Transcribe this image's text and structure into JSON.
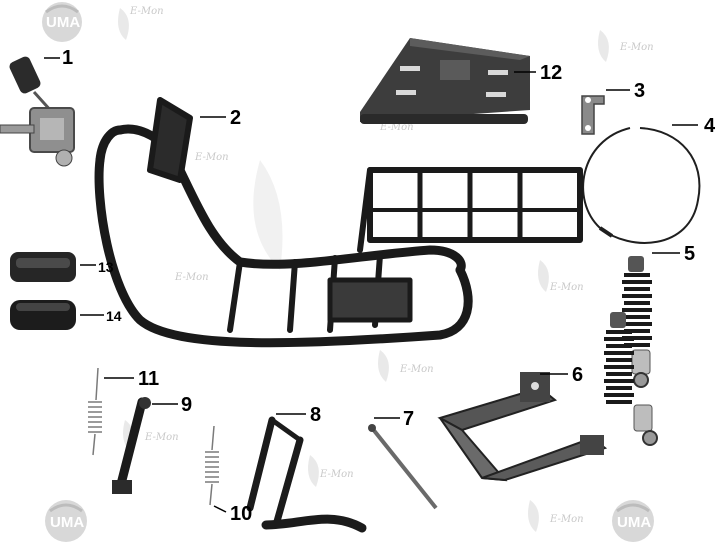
{
  "brand": {
    "logo_text": "UMA",
    "watermark_text": "E-Mon"
  },
  "parts": [
    {
      "id": "1",
      "label": "1",
      "name": "throttle-lever"
    },
    {
      "id": "2",
      "label": "2",
      "name": "frame-bracket"
    },
    {
      "id": "3",
      "label": "3",
      "name": "mounting-bracket"
    },
    {
      "id": "4",
      "label": "4",
      "name": "cable"
    },
    {
      "id": "5",
      "label": "5",
      "name": "rear-shock-absorber"
    },
    {
      "id": "6",
      "label": "6",
      "name": "swing-arm"
    },
    {
      "id": "7",
      "label": "7",
      "name": "axle-rod"
    },
    {
      "id": "8",
      "label": "8",
      "name": "center-stand"
    },
    {
      "id": "9",
      "label": "9",
      "name": "side-stand"
    },
    {
      "id": "10",
      "label": "10",
      "name": "stand-spring"
    },
    {
      "id": "11",
      "label": "11",
      "name": "side-stand-spring"
    },
    {
      "id": "12",
      "label": "12",
      "name": "footboard-plate"
    },
    {
      "id": "13",
      "label": "13",
      "name": "rubber-pad-upper"
    },
    {
      "id": "14",
      "label": "14",
      "name": "rubber-pad-lower"
    }
  ]
}
